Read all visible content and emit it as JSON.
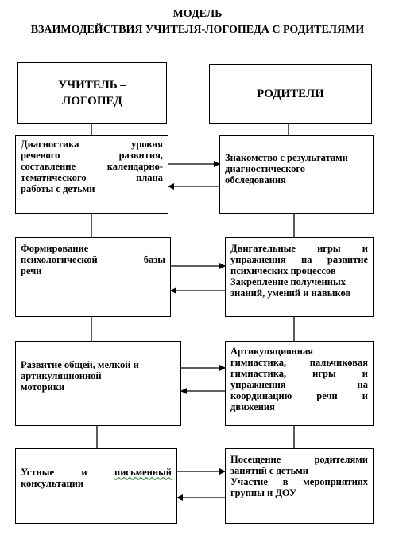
{
  "title": {
    "line1": "МОДЕЛЬ",
    "line2": "ВЗАИМОДЕЙСТВИЯ УЧИТЕЛЯ-ЛОГОПЕДА С РОДИТЕЛЯМИ"
  },
  "teacher_header": {
    "line1": "УЧИТЕЛЬ –",
    "line2": "ЛОГОПЕД"
  },
  "parents_header": {
    "label": "РОДИТЕЛИ"
  },
  "teacher_steps": [
    {
      "lines": [
        "Диагностика уровня",
        "речевого развития,",
        "составление календарно-",
        "тематического плана",
        "работы с детьми"
      ]
    },
    {
      "lines": [
        "Формирование",
        "психологической базы",
        "речи"
      ]
    },
    {
      "lines": [
        "Развитие общей, мелкой и",
        "артикуляционной",
        "моторики"
      ]
    },
    {
      "lines": [
        "Устные и письменный",
        "консультации"
      ],
      "underlined_word": "письменный"
    }
  ],
  "parent_steps": [
    {
      "lines": [
        "Знакомство с результатами",
        "диагностического",
        "обследования"
      ]
    },
    {
      "lines": [
        "Двигательные игры и",
        "упражнения на развитие",
        "психических процессов",
        "Закрепление полученных",
        "знаний, умений и навыков"
      ]
    },
    {
      "lines": [
        "Артикуляционная",
        "гимнастика, пальчиковая",
        "гимнастика, игры и",
        "упражнения на",
        "координацию речи и",
        "движения"
      ]
    },
    {
      "lines": [
        "Посещение родителями",
        "занятий с детьми",
        "Участие в мероприятиях",
        "группы и ДОУ"
      ]
    }
  ]
}
